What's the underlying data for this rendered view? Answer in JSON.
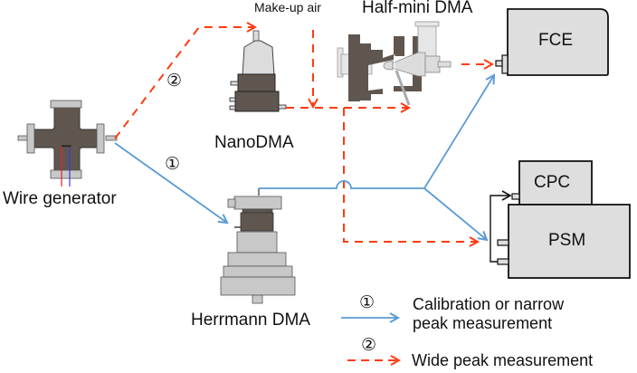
{
  "colors": {
    "blue_path": "#5b9bd5",
    "orange_path": "#ff3b0f",
    "device_dark": "#5f574f",
    "device_light": "#c8c8c8",
    "box_fill": "#dedede"
  },
  "devices": {
    "wire_generator": "Wire generator",
    "nano_dma": "NanoDMA",
    "herrmann_dma": "Herrmann  DMA",
    "half_mini_dma": "Half-mini DMA",
    "makeup_air": "Make-up air",
    "fce": "FCE",
    "cpc": "CPC",
    "psm": "PSM"
  },
  "path_markers": {
    "path1": "①",
    "path2": "②"
  },
  "legend": {
    "items": [
      {
        "marker": "①",
        "style": "solid-blue",
        "line1": "Calibration or narrow",
        "line2": "peak measurement"
      },
      {
        "marker": "②",
        "style": "dashed-orange",
        "line1": "Wide peak measurement"
      }
    ]
  }
}
